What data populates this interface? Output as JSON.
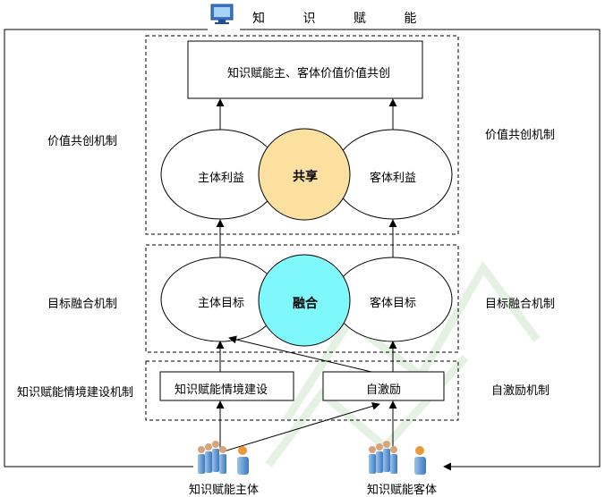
{
  "header": {
    "title": "知 识 赋 能",
    "icon": "computer-icon"
  },
  "top_box": {
    "text": "知识赋能主、客体价值价值共创"
  },
  "co_creation": {
    "left_label": "价值共创机制",
    "right_label": "价值共创机制",
    "subject_benefit": "主体利益",
    "shared": "共享",
    "object_benefit": "客体利益"
  },
  "fusion": {
    "left_label": "目标融合机制",
    "right_label": "目标融合机制",
    "subject_goal": "主体目标",
    "merge": "融合",
    "object_goal": "客体目标"
  },
  "context": {
    "left_label": "知识赋能情境建设机制",
    "right_label": "自激励机制",
    "building_box": "知识赋能情境建设",
    "self_incentive_box": "自激励"
  },
  "actors": {
    "subject": "知识赋能主体",
    "object": "知识赋能客体"
  },
  "colors": {
    "shared_circle": "#fbe0a0",
    "merge_circle": "#7ff8fb",
    "line": "#000000",
    "people": "#4a86c8",
    "watermark": "#dff0dc"
  }
}
